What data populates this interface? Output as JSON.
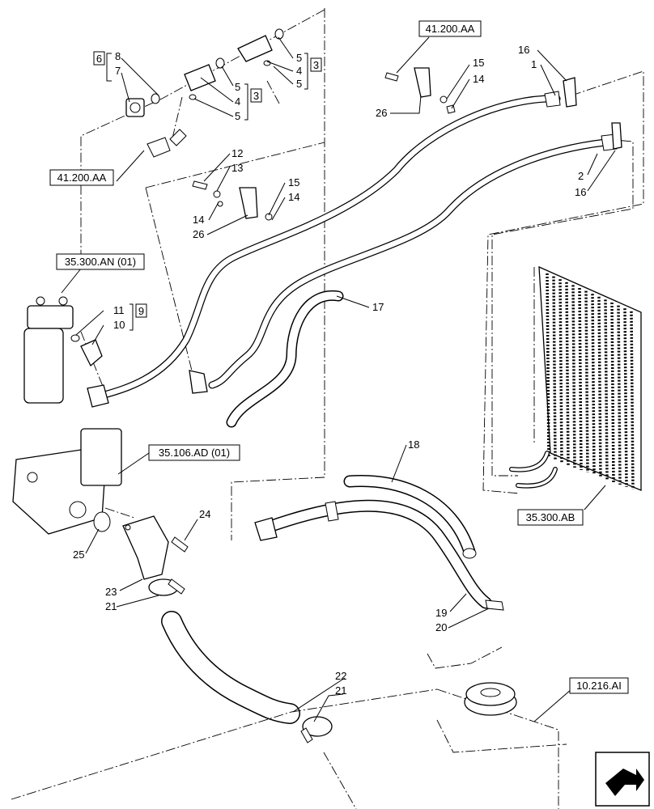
{
  "diagram": {
    "callouts": {
      "c1": "1",
      "c2": "2",
      "c4a": "4",
      "c4b": "4",
      "c5a": "5",
      "c5b": "5",
      "c5c": "5",
      "c5d": "5",
      "c7": "7",
      "c8": "8",
      "c10": "10",
      "c11": "11",
      "c12": "12",
      "c13": "13",
      "c14a": "14",
      "c14b": "14",
      "c14c": "14",
      "c15a": "15",
      "c15b": "15",
      "c16a": "16",
      "c16b": "16",
      "c17": "17",
      "c18": "18",
      "c19": "19",
      "c20": "20",
      "c21a": "21",
      "c21b": "21",
      "c22": "22",
      "c23": "23",
      "c24": "24",
      "c25": "25",
      "c26a": "26",
      "c26b": "26"
    },
    "kit_boxes": {
      "kit3a": "3",
      "kit3b": "3",
      "kit6": "6",
      "kit9": "9"
    },
    "references": {
      "ref_41200aa_top": "41.200.AA",
      "ref_41200aa_left": "41.200.AA",
      "ref_35300an": "35.300.AN (01)",
      "ref_35106ad": "35.106.AD (01)",
      "ref_35300ab": "35.300.AB",
      "ref_10216ai": "10.216.AI"
    },
    "icons": {
      "nav": "next-page-arrow-icon"
    }
  }
}
